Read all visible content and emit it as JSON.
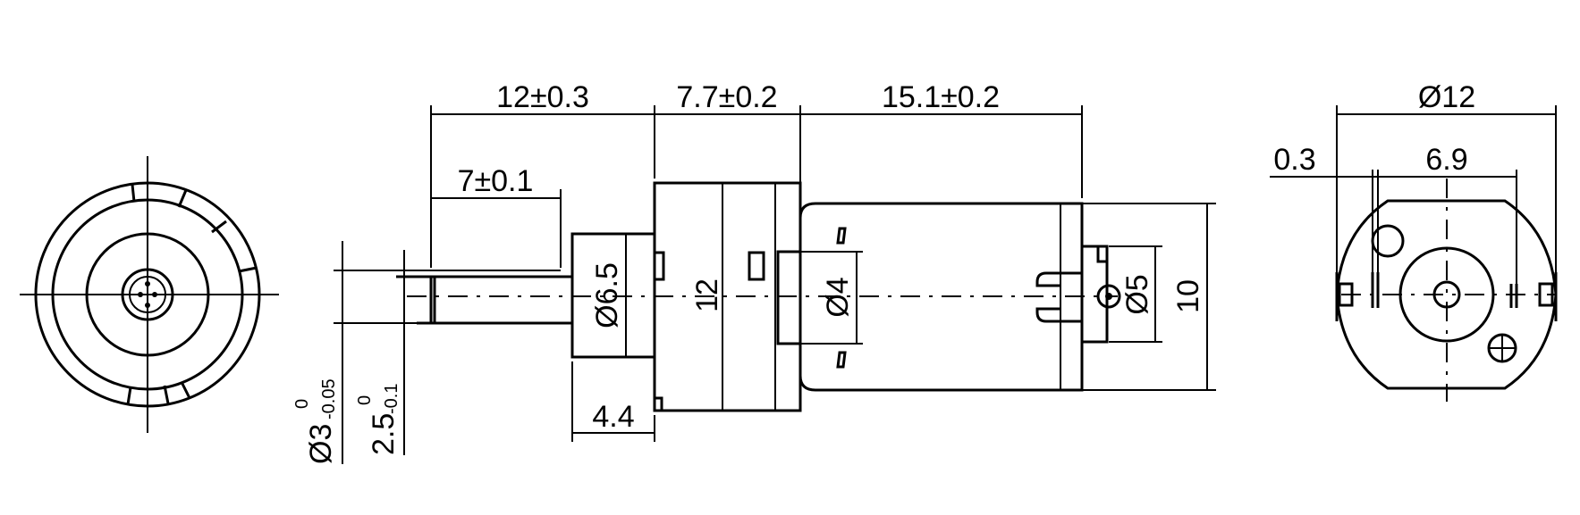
{
  "dimensions": {
    "shaft_length": "12±0.3",
    "gearbox_length": "7.7±0.2",
    "motor_length": "15.1±0.2",
    "flat_length": "7±0.1",
    "hub_length": "4.4",
    "hub_diameter": "Ø6.5",
    "gearbox_height": "12",
    "bearing_diameter": "Ø4",
    "terminal_diameter": "Ø5",
    "motor_height": "10",
    "overall_diameter": "Ø12",
    "terminal_spacing": "6.9",
    "terminal_offset": "0.3",
    "shaft_diameter_base": "Ø3",
    "shaft_diameter_lower": "-0.05",
    "shaft_diameter_upper": "0",
    "flat_size_base": "2.5",
    "flat_size_lower": "-0.1",
    "flat_size_upper": "0"
  }
}
